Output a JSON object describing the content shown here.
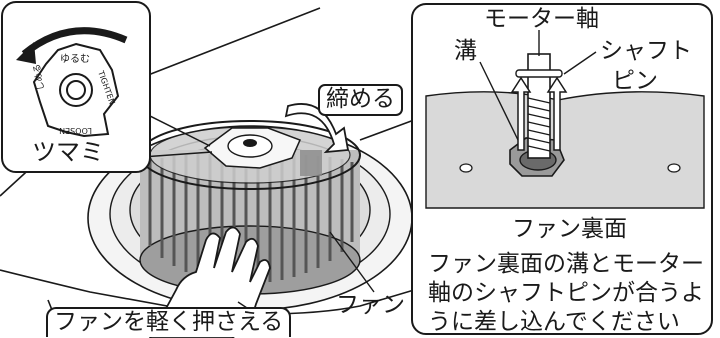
{
  "left_figure": {
    "knob_inset_label": "ツマミ",
    "knob_loosen_arrow_text": "ゆるむ",
    "knob_text_tighten": "TIGHTEN",
    "knob_text_loosen": "LOOSEN",
    "knob_text_shimeru": "しめる",
    "tighten_label": "締める",
    "fan_label": "ファン",
    "hand_instruction": "ファンを軽く押さえる"
  },
  "right_figure": {
    "motor_shaft_label": "モーター軸",
    "shaft_pin_label_line1": "シャフト",
    "shaft_pin_label_line2": "ピン",
    "groove_label": "溝",
    "fan_back_label": "ファン裏面",
    "instruction_lines": [
      "ファン裏面の溝とモーター",
      "軸のシャフトピンが合うよ",
      "うに差し込んでください"
    ]
  }
}
